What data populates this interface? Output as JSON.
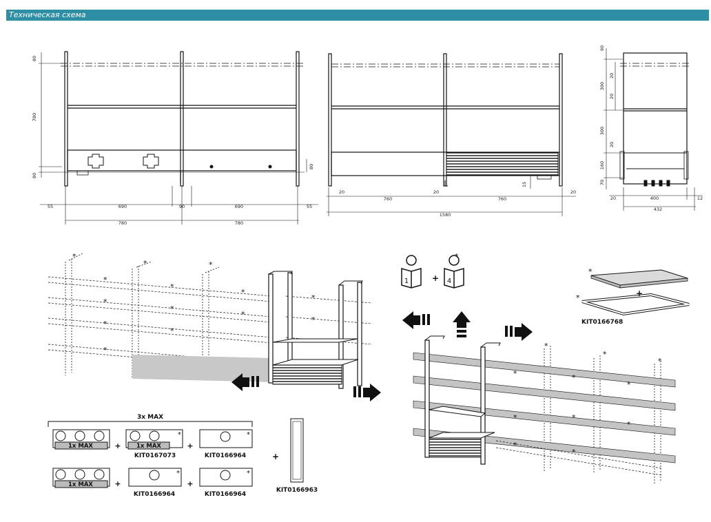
{
  "header": {
    "title": "Техническая схема"
  },
  "front_view_left": {
    "dim_left": [
      "80",
      "780",
      "80"
    ],
    "dim_right": "80",
    "dim_bottom": [
      "55",
      "690",
      "90",
      "690",
      "55"
    ],
    "dim_totals": [
      "780",
      "780"
    ]
  },
  "front_view_middle": {
    "dim_bottom": [
      "20",
      "760",
      "20",
      "760",
      "20"
    ],
    "dim_total": "1580",
    "dim_small": "15"
  },
  "side_view": {
    "dim_left": [
      "90",
      "300",
      "20",
      "300",
      "160",
      "70"
    ],
    "dim_inner": [
      "20",
      "20"
    ],
    "dim_bottom": [
      "20",
      "400",
      "12"
    ],
    "dim_total": "432"
  },
  "accessories": {
    "max_label": "3x MAX",
    "inner_max_label": "1x MAX",
    "kits": [
      "KIT0167073",
      "KIT0166964",
      "KIT0166964",
      "KIT0166964",
      "KIT0166963"
    ],
    "top_kit": "KIT0166768",
    "plus": "+",
    "star": "*"
  },
  "manual_refs": [
    "1",
    "4"
  ]
}
